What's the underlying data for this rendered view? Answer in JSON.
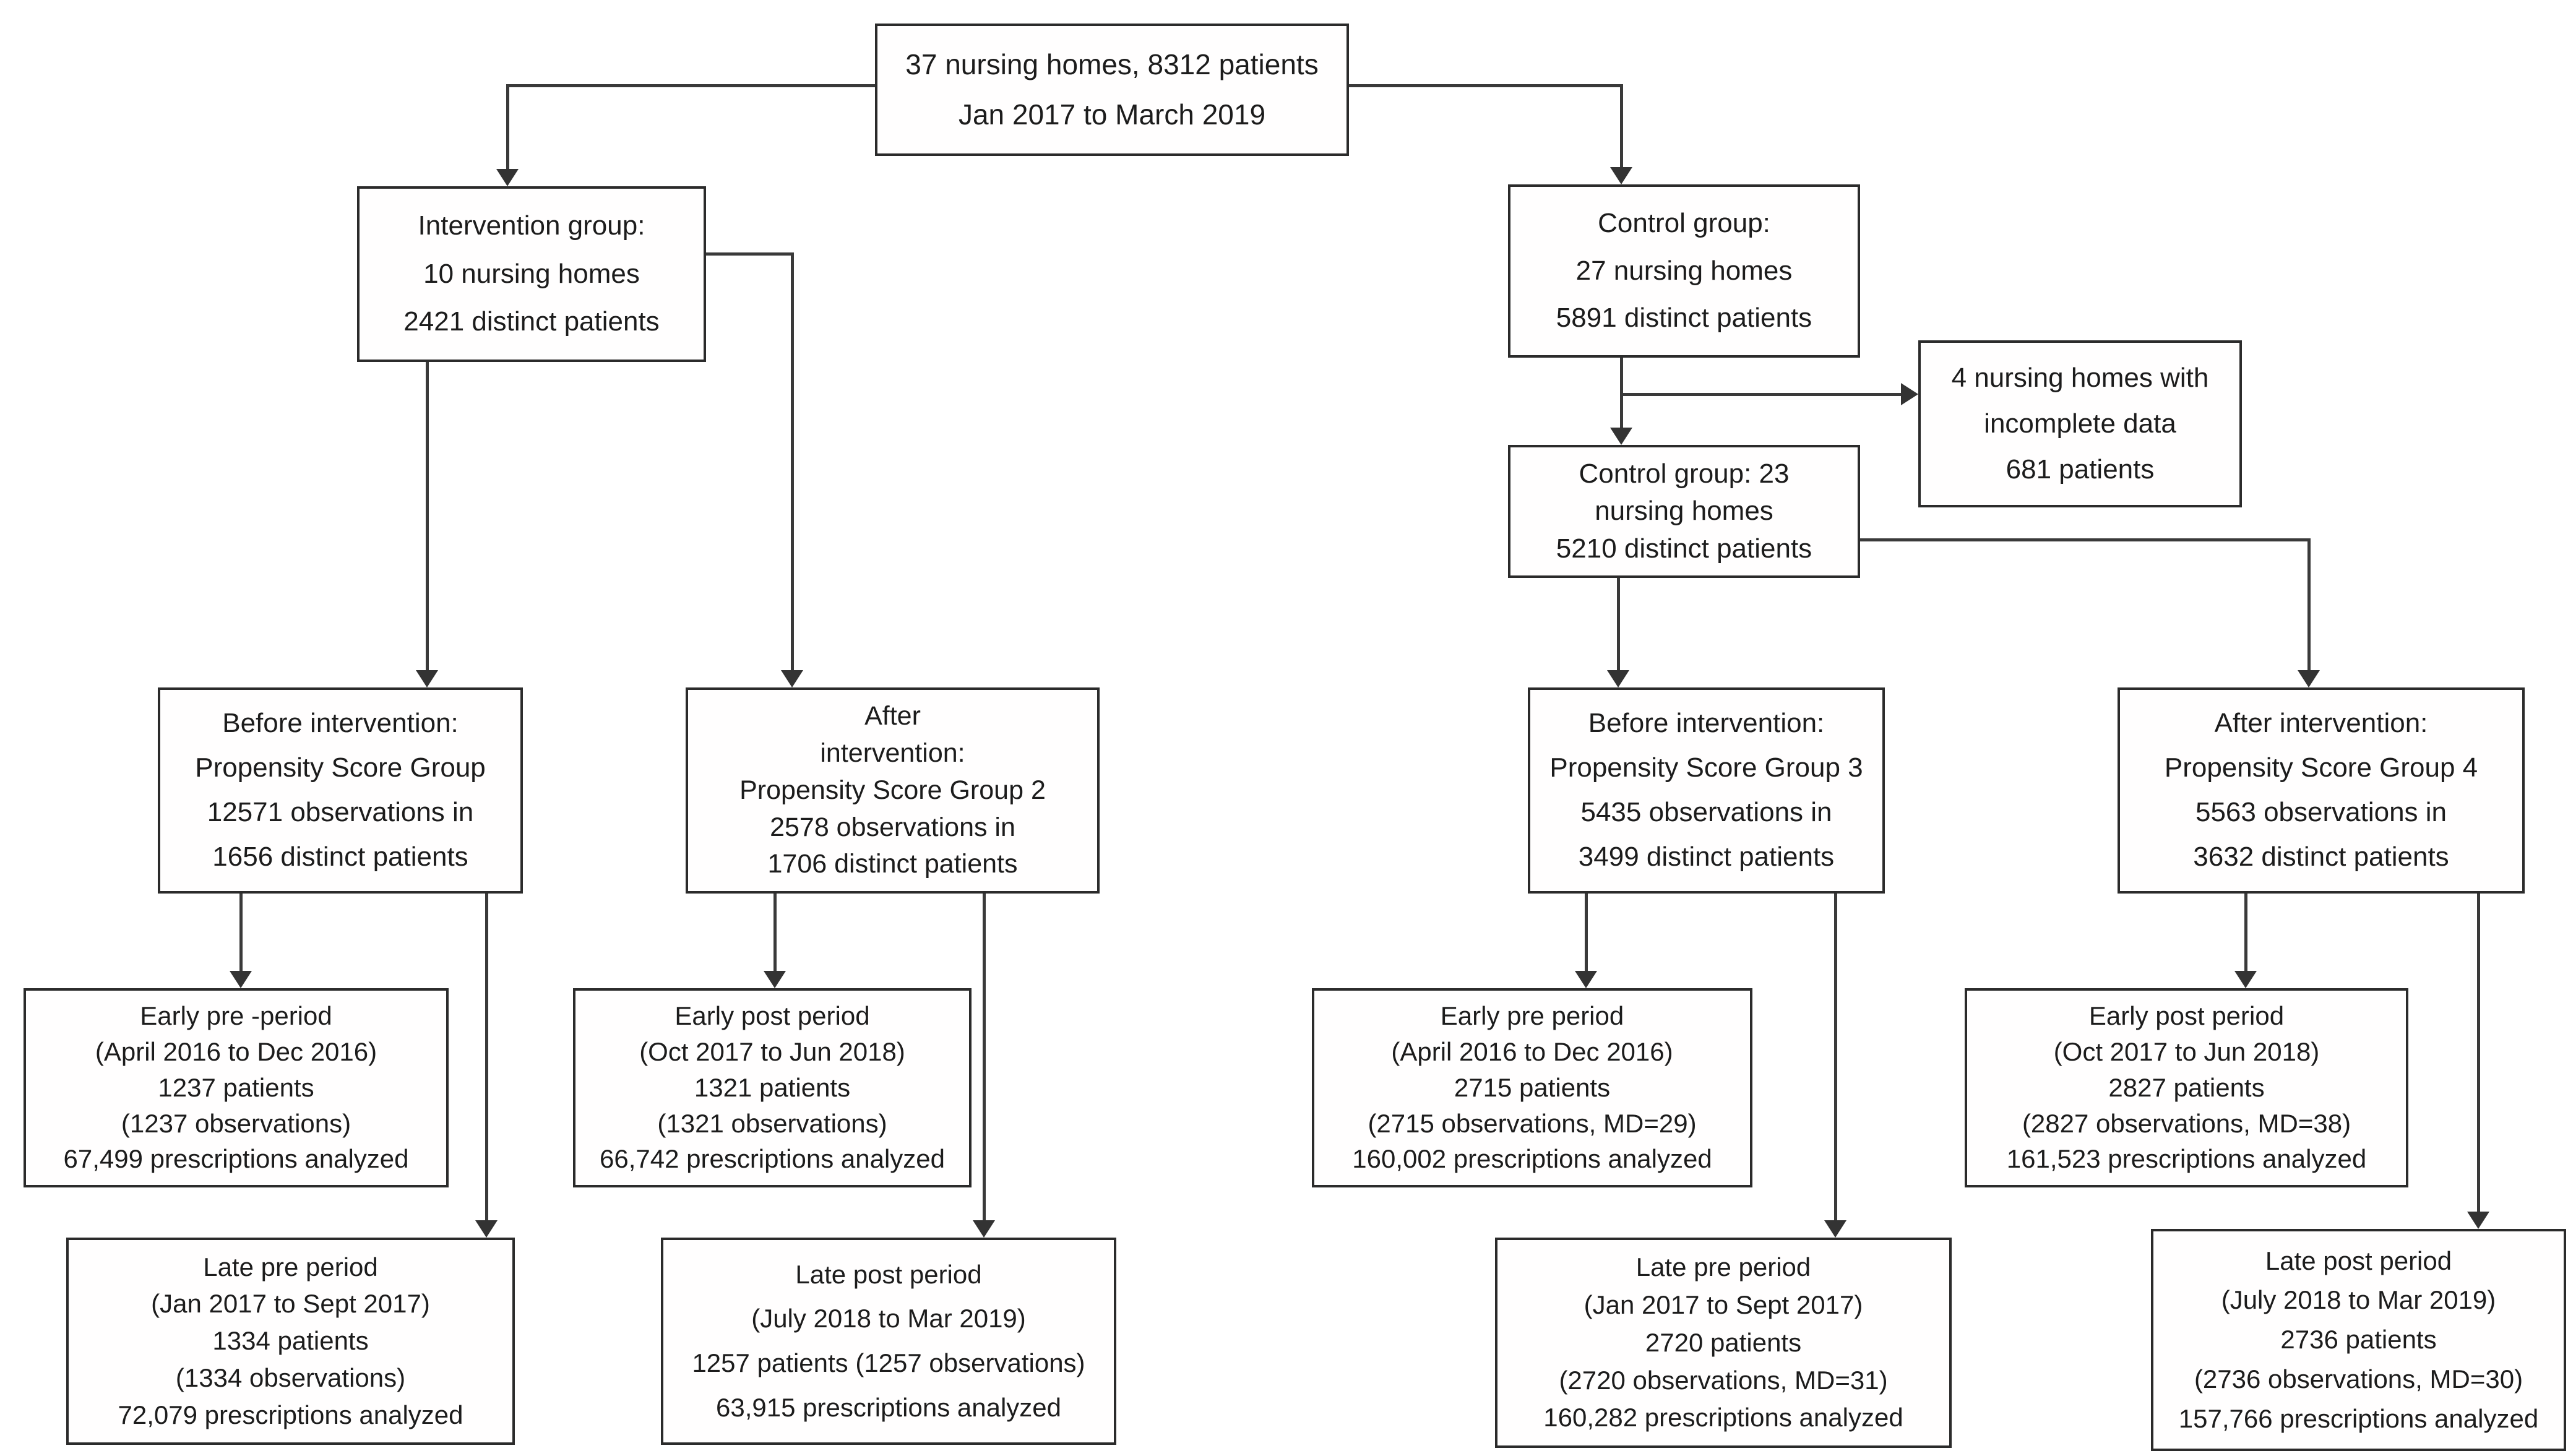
{
  "figure": {
    "type": "study-flow-diagram",
    "colors": {
      "background": "#ffffff",
      "box_border": "#2b2b2b",
      "text": "#1c1c1c",
      "connector": "#3a3a3a"
    }
  },
  "boxes": {
    "root": {
      "lines": [
        "37 nursing homes, 8312 patients",
        "Jan 2017 to March 2019"
      ]
    },
    "intervention_group": {
      "lines": [
        "Intervention group:",
        "10 nursing homes",
        "2421 distinct patients"
      ]
    },
    "control_group": {
      "lines": [
        "Control group:",
        "27 nursing homes",
        "5891 distinct patients"
      ]
    },
    "excluded_homes": {
      "lines": [
        "4 nursing homes with",
        "incomplete data",
        "681 patients"
      ]
    },
    "control_group_23": {
      "lines": [
        "Control group: 23",
        "nursing homes",
        "5210 distinct patients"
      ]
    },
    "before_intervention_ps1": {
      "lines": [
        "Before intervention:",
        "Propensity Score Group",
        "12571 observations in",
        "1656 distinct patients"
      ]
    },
    "after_intervention_ps2": {
      "lines": [
        "After",
        "intervention:",
        "Propensity Score Group 2",
        "2578 observations in",
        "1706 distinct patients"
      ]
    },
    "before_intervention_ps3": {
      "lines": [
        "Before intervention:",
        "Propensity Score Group 3",
        "5435 observations in",
        "3499 distinct patients"
      ]
    },
    "after_intervention_ps4": {
      "lines": [
        "After intervention:",
        "Propensity Score Group 4",
        "5563 observations in",
        "3632 distinct patients"
      ]
    },
    "early_pre_intervention": {
      "lines": [
        "Early pre -period",
        "(April 2016 to Dec 2016)",
        "1237 patients",
        "(1237 observations)",
        "67,499 prescriptions analyzed"
      ]
    },
    "early_post_intervention": {
      "lines": [
        "Early post period",
        "(Oct 2017 to Jun 2018)",
        "1321 patients",
        "(1321 observations)",
        "66,742 prescriptions analyzed"
      ]
    },
    "early_pre_control": {
      "lines": [
        "Early pre period",
        "(April 2016 to Dec 2016)",
        "2715 patients",
        "(2715 observations, MD=29)",
        "160,002 prescriptions analyzed"
      ]
    },
    "early_post_control": {
      "lines": [
        "Early post period",
        "(Oct 2017 to Jun 2018)",
        "2827 patients",
        "(2827 observations, MD=38)",
        "161,523 prescriptions analyzed"
      ]
    },
    "late_pre_intervention": {
      "lines": [
        "Late pre period",
        "(Jan 2017 to Sept 2017)",
        "1334 patients",
        "(1334 observations)",
        "72,079 prescriptions analyzed"
      ]
    },
    "late_post_intervention": {
      "lines": [
        "Late post period",
        "(July 2018 to Mar 2019)",
        "1257 patients (1257 observations)",
        "63,915 prescriptions analyzed"
      ]
    },
    "late_pre_control": {
      "lines": [
        "Late pre period",
        "(Jan 2017 to Sept 2017)",
        "2720 patients",
        "(2720 observations, MD=31)",
        "160,282 prescriptions analyzed"
      ]
    },
    "late_post_control": {
      "lines": [
        "Late post period",
        "(July 2018 to Mar 2019)",
        "2736 patients",
        "(2736 observations, MD=30)",
        "157,766 prescriptions analyzed"
      ]
    }
  }
}
